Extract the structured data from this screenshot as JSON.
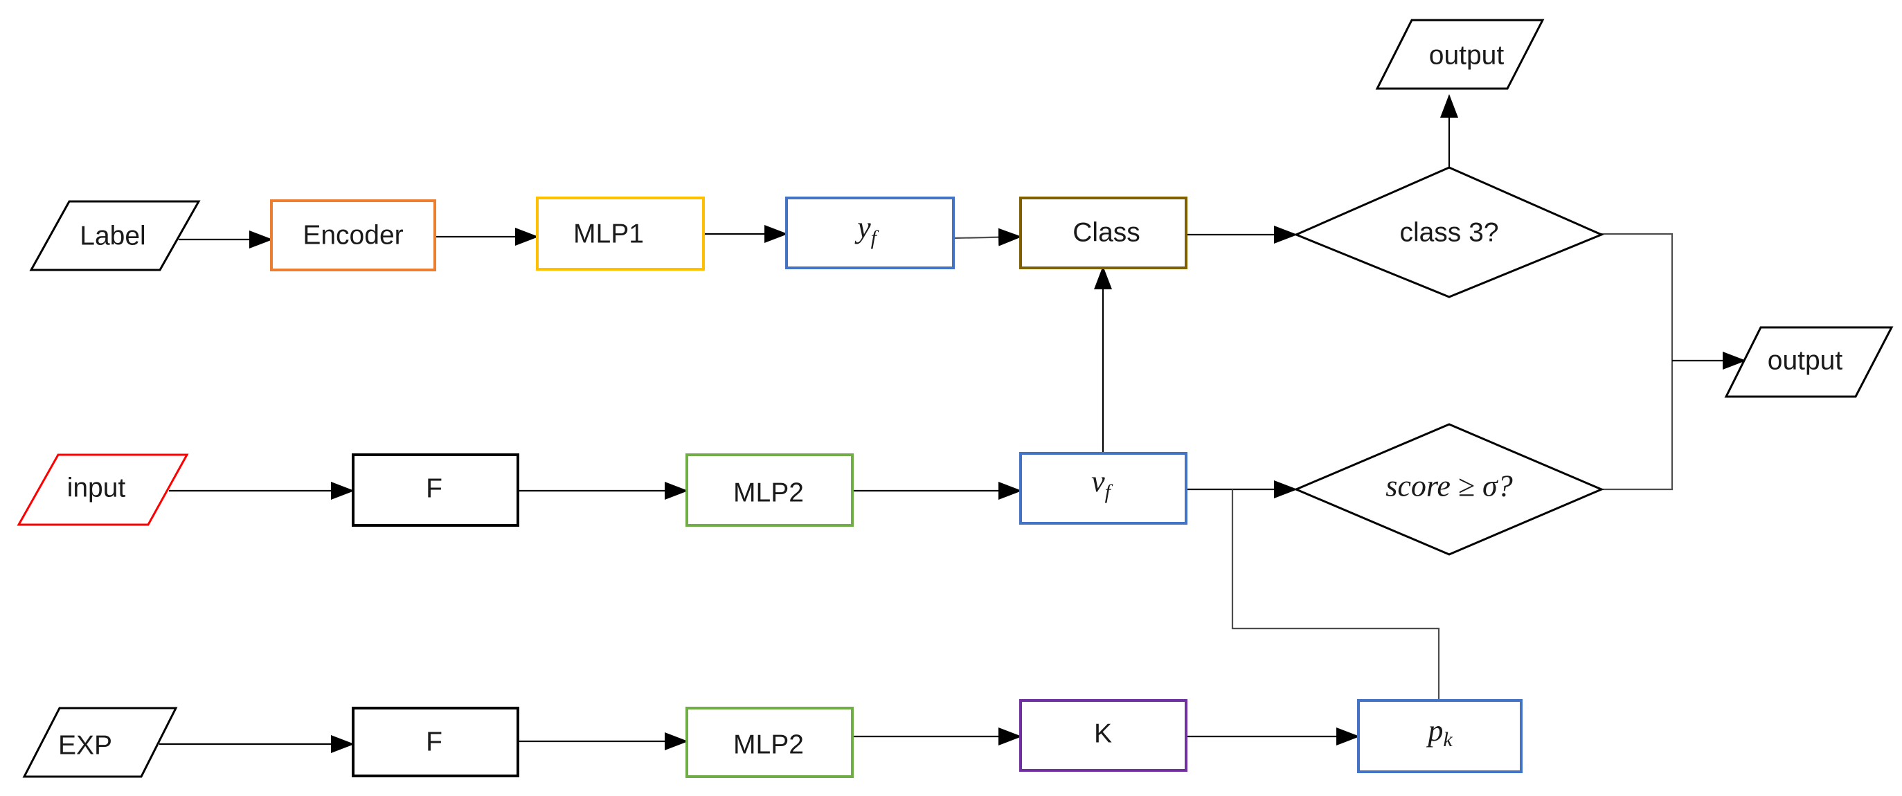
{
  "colors": {
    "encoder": "#ED7D31",
    "mlp1": "#FFC000",
    "blue": "#4472C4",
    "class": "#7F6000",
    "input": "#FF0000",
    "mlp2": "#70AD47",
    "k": "#7030A0",
    "black": "#000000"
  },
  "nodes": {
    "label": "Label",
    "encoder": "Encoder",
    "mlp1": "MLP1",
    "yf_main": "y",
    "yf_sub": "f",
    "class": "Class",
    "class3": "class 3?",
    "output_top": "output",
    "output_right": "output",
    "input": "input",
    "f1": "F",
    "mlp2a": "MLP2",
    "vf_main": "v",
    "vf_sub": "f",
    "score": "score ≥ σ?",
    "exp": "EXP",
    "f2": "F",
    "mlp2b": "MLP2",
    "k": "K",
    "pk_main": "p",
    "pk_sub": "k"
  }
}
